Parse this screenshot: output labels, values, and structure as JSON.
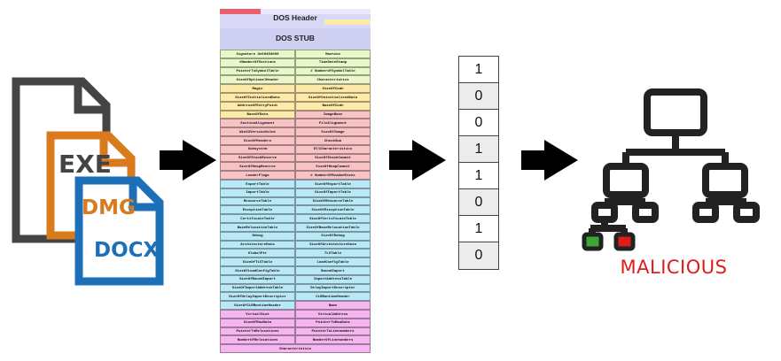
{
  "files": {
    "exe": "EXE",
    "dmg": "DMG",
    "docx": "DOCX"
  },
  "pe_header": {
    "dos_header": "DOS Header",
    "dos_stub": "DOS STUB",
    "rows": [
      {
        "t": "Signature Ox50450000",
        "c": "#e8f8c8"
      },
      {
        "t": "Machine",
        "c": "#e8f8c8"
      },
      {
        "t": "#NumberOfSections",
        "c": "#e8f8c8"
      },
      {
        "t": "TimeDateStamp",
        "c": "#e8f8c8"
      },
      {
        "t": "PointerToSymbolTable",
        "c": "#e8f8c8"
      },
      {
        "t": "# NumberOfSymbolTable",
        "c": "#e8f8c8"
      },
      {
        "t": "SizeOfOptionalHeader",
        "c": "#e8f8c8"
      },
      {
        "t": "Characteristics",
        "c": "#e8f8c8"
      },
      {
        "t": "Magic",
        "c": "#fde9a8"
      },
      {
        "t": "SizeOfCode",
        "c": "#fde9a8"
      },
      {
        "t": "SizeOfInitializedData",
        "c": "#fde9a8"
      },
      {
        "t": "SizeOfUninitializedData",
        "c": "#fde9a8"
      },
      {
        "t": "AddressOfEntryPoint",
        "c": "#fde9a8"
      },
      {
        "t": "BaseOfCode",
        "c": "#fde9a8"
      },
      {
        "t": "BaseOfData",
        "c": "#fde9a8"
      },
      {
        "t": "ImageBase",
        "c": "#f9c3c6"
      },
      {
        "t": "SectionAlignment",
        "c": "#f9c3c6"
      },
      {
        "t": "FileAlignment",
        "c": "#f9c3c6"
      },
      {
        "t": "Win32VersionValue",
        "c": "#f9c3c6"
      },
      {
        "t": "SizeOfImage",
        "c": "#f9c3c6"
      },
      {
        "t": "SizeOfHeaders",
        "c": "#f9c3c6"
      },
      {
        "t": "CheckSum",
        "c": "#f9c3c6"
      },
      {
        "t": "Subsystem",
        "c": "#f9c3c6"
      },
      {
        "t": "DllCharacteristics",
        "c": "#f9c3c6"
      },
      {
        "t": "SizeOfStackReserve",
        "c": "#f9c3c6"
      },
      {
        "t": "SizeOfStackCommit",
        "c": "#f9c3c6"
      },
      {
        "t": "SizeOfHeapReserve",
        "c": "#f9c3c6"
      },
      {
        "t": "SizeOfHeapCommit",
        "c": "#f9c3c6"
      },
      {
        "t": "LoaderFlags",
        "c": "#f9c3c6"
      },
      {
        "t": "# NumberOfRvaAndSizes",
        "c": "#f9c3c6"
      },
      {
        "t": "ExportTable",
        "c": "#b9e8f7"
      },
      {
        "t": "SizeOfExportTable",
        "c": "#b9e8f7"
      },
      {
        "t": "ImportTable",
        "c": "#b9e8f7"
      },
      {
        "t": "SizeOfImportTable",
        "c": "#b9e8f7"
      },
      {
        "t": "ResourceTable",
        "c": "#b9e8f7"
      },
      {
        "t": "SizeOfResourceTable",
        "c": "#b9e8f7"
      },
      {
        "t": "ExceptionTable",
        "c": "#b9e8f7"
      },
      {
        "t": "SizeOfExceptionTable",
        "c": "#b9e8f7"
      },
      {
        "t": "CertificateTable",
        "c": "#b9e8f7"
      },
      {
        "t": "SizeOfCertificateTable",
        "c": "#b9e8f7"
      },
      {
        "t": "BaseRelocationTable",
        "c": "#b9e8f7"
      },
      {
        "t": "SizeOfBaseRelocationTable",
        "c": "#b9e8f7"
      },
      {
        "t": "Debug",
        "c": "#b9e8f7"
      },
      {
        "t": "SizeOfDebug",
        "c": "#b9e8f7"
      },
      {
        "t": "ArchitectureData",
        "c": "#b9e8f7"
      },
      {
        "t": "SizeOfArchitectureData",
        "c": "#b9e8f7"
      },
      {
        "t": "GlobalPtr",
        "c": "#b9e8f7"
      },
      {
        "t": "TLSTable",
        "c": "#b9e8f7"
      },
      {
        "t": "SizeOfTLSTable",
        "c": "#b9e8f7"
      },
      {
        "t": "LoadConfigTable",
        "c": "#b9e8f7"
      },
      {
        "t": "SizeOfLoadConfigTable",
        "c": "#b9e8f7"
      },
      {
        "t": "BoundImport",
        "c": "#b9e8f7"
      },
      {
        "t": "SizeOfBoundImport",
        "c": "#b9e8f7"
      },
      {
        "t": "ImportAddressTable",
        "c": "#b9e8f7"
      },
      {
        "t": "SizeOfImportAddressTable",
        "c": "#b9e8f7"
      },
      {
        "t": "DelayImportDescriptor",
        "c": "#b9e8f7"
      },
      {
        "t": "SizeOfDelayImportDescriptor",
        "c": "#b9e8f7"
      },
      {
        "t": "CLRRuntimeHeader",
        "c": "#b9e8f7"
      },
      {
        "t": "SizeOfCLRRuntimeHeader",
        "c": "#b9e8f7"
      },
      {
        "t": "Name",
        "c": "#f5b6f0"
      },
      {
        "t": "VirtualSize",
        "c": "#f5b6f0"
      },
      {
        "t": "VirtualAddress",
        "c": "#f5b6f0"
      },
      {
        "t": "SizeOfRawData",
        "c": "#f5b6f0"
      },
      {
        "t": "PointerToRawData",
        "c": "#f5b6f0"
      },
      {
        "t": "PointerToRelocations",
        "c": "#f5b6f0"
      },
      {
        "t": "PointerToLinenumbers",
        "c": "#f5b6f0"
      },
      {
        "t": "NumberOfRelocations",
        "c": "#f5b6f0"
      },
      {
        "t": "NumberOfLinenumbers",
        "c": "#f5b6f0"
      },
      {
        "t": "Characteristics",
        "c": "#f5b6f0"
      }
    ]
  },
  "bits": [
    "1",
    "0",
    "0",
    "1",
    "1",
    "0",
    "1",
    "0"
  ],
  "tree": {
    "result": "MALICIOUS",
    "leaf_colors": [
      "#3aa635",
      "#e01b1b"
    ]
  },
  "colors": {
    "exe": "#444444",
    "dmg": "#d97a1c",
    "docx": "#1d6fb8",
    "arrow": "#000000",
    "tree": "#222222"
  }
}
